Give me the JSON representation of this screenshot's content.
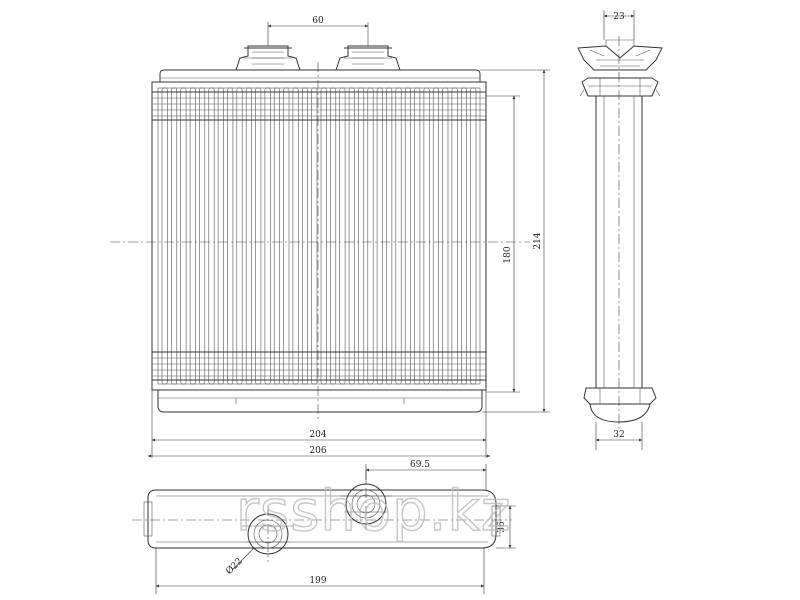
{
  "dimensions": {
    "pipe_spacing": "60",
    "core_width_inner": "204",
    "core_width_outer": "206",
    "fin_height": "180",
    "total_height": "214",
    "side_pipe_offset": "23",
    "side_depth": "32",
    "bottom_pipe_offset": "69.5",
    "bottom_depth": "36",
    "pipe_diameter": "Ø22",
    "bottom_length": "199"
  },
  "watermark": "rsshop.kz",
  "colors": {
    "line": "#333333",
    "watermark": "#bdbdbd",
    "background": "#ffffff"
  }
}
